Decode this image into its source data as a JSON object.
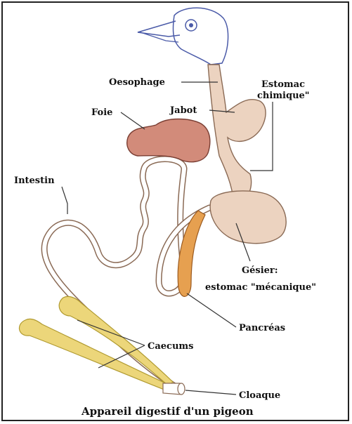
{
  "title": "Appareil digestif d'un pigeon",
  "labels": {
    "oesophage": "Oesophage",
    "estomac_chimique_1": "Estomac",
    "estomac_chimique_2": "chimique\"",
    "jabot": "Jabot",
    "foie": "Foie",
    "intestin": "Intestin",
    "gesier_1": "Gésier:",
    "gesier_2": "estomac \"mécanique\"",
    "pancreas": "Pancréas",
    "caecums": "Caecums",
    "cloaque": "Cloaque"
  },
  "colors": {
    "tract": "#ecd3c0",
    "tract_stroke": "#8a6a55",
    "liver": "#d28b7a",
    "liver_stroke": "#7a3e33",
    "caeca": "#ecd67a",
    "pancreas": "#e6a050",
    "head_stroke": "#4a5aa8"
  }
}
